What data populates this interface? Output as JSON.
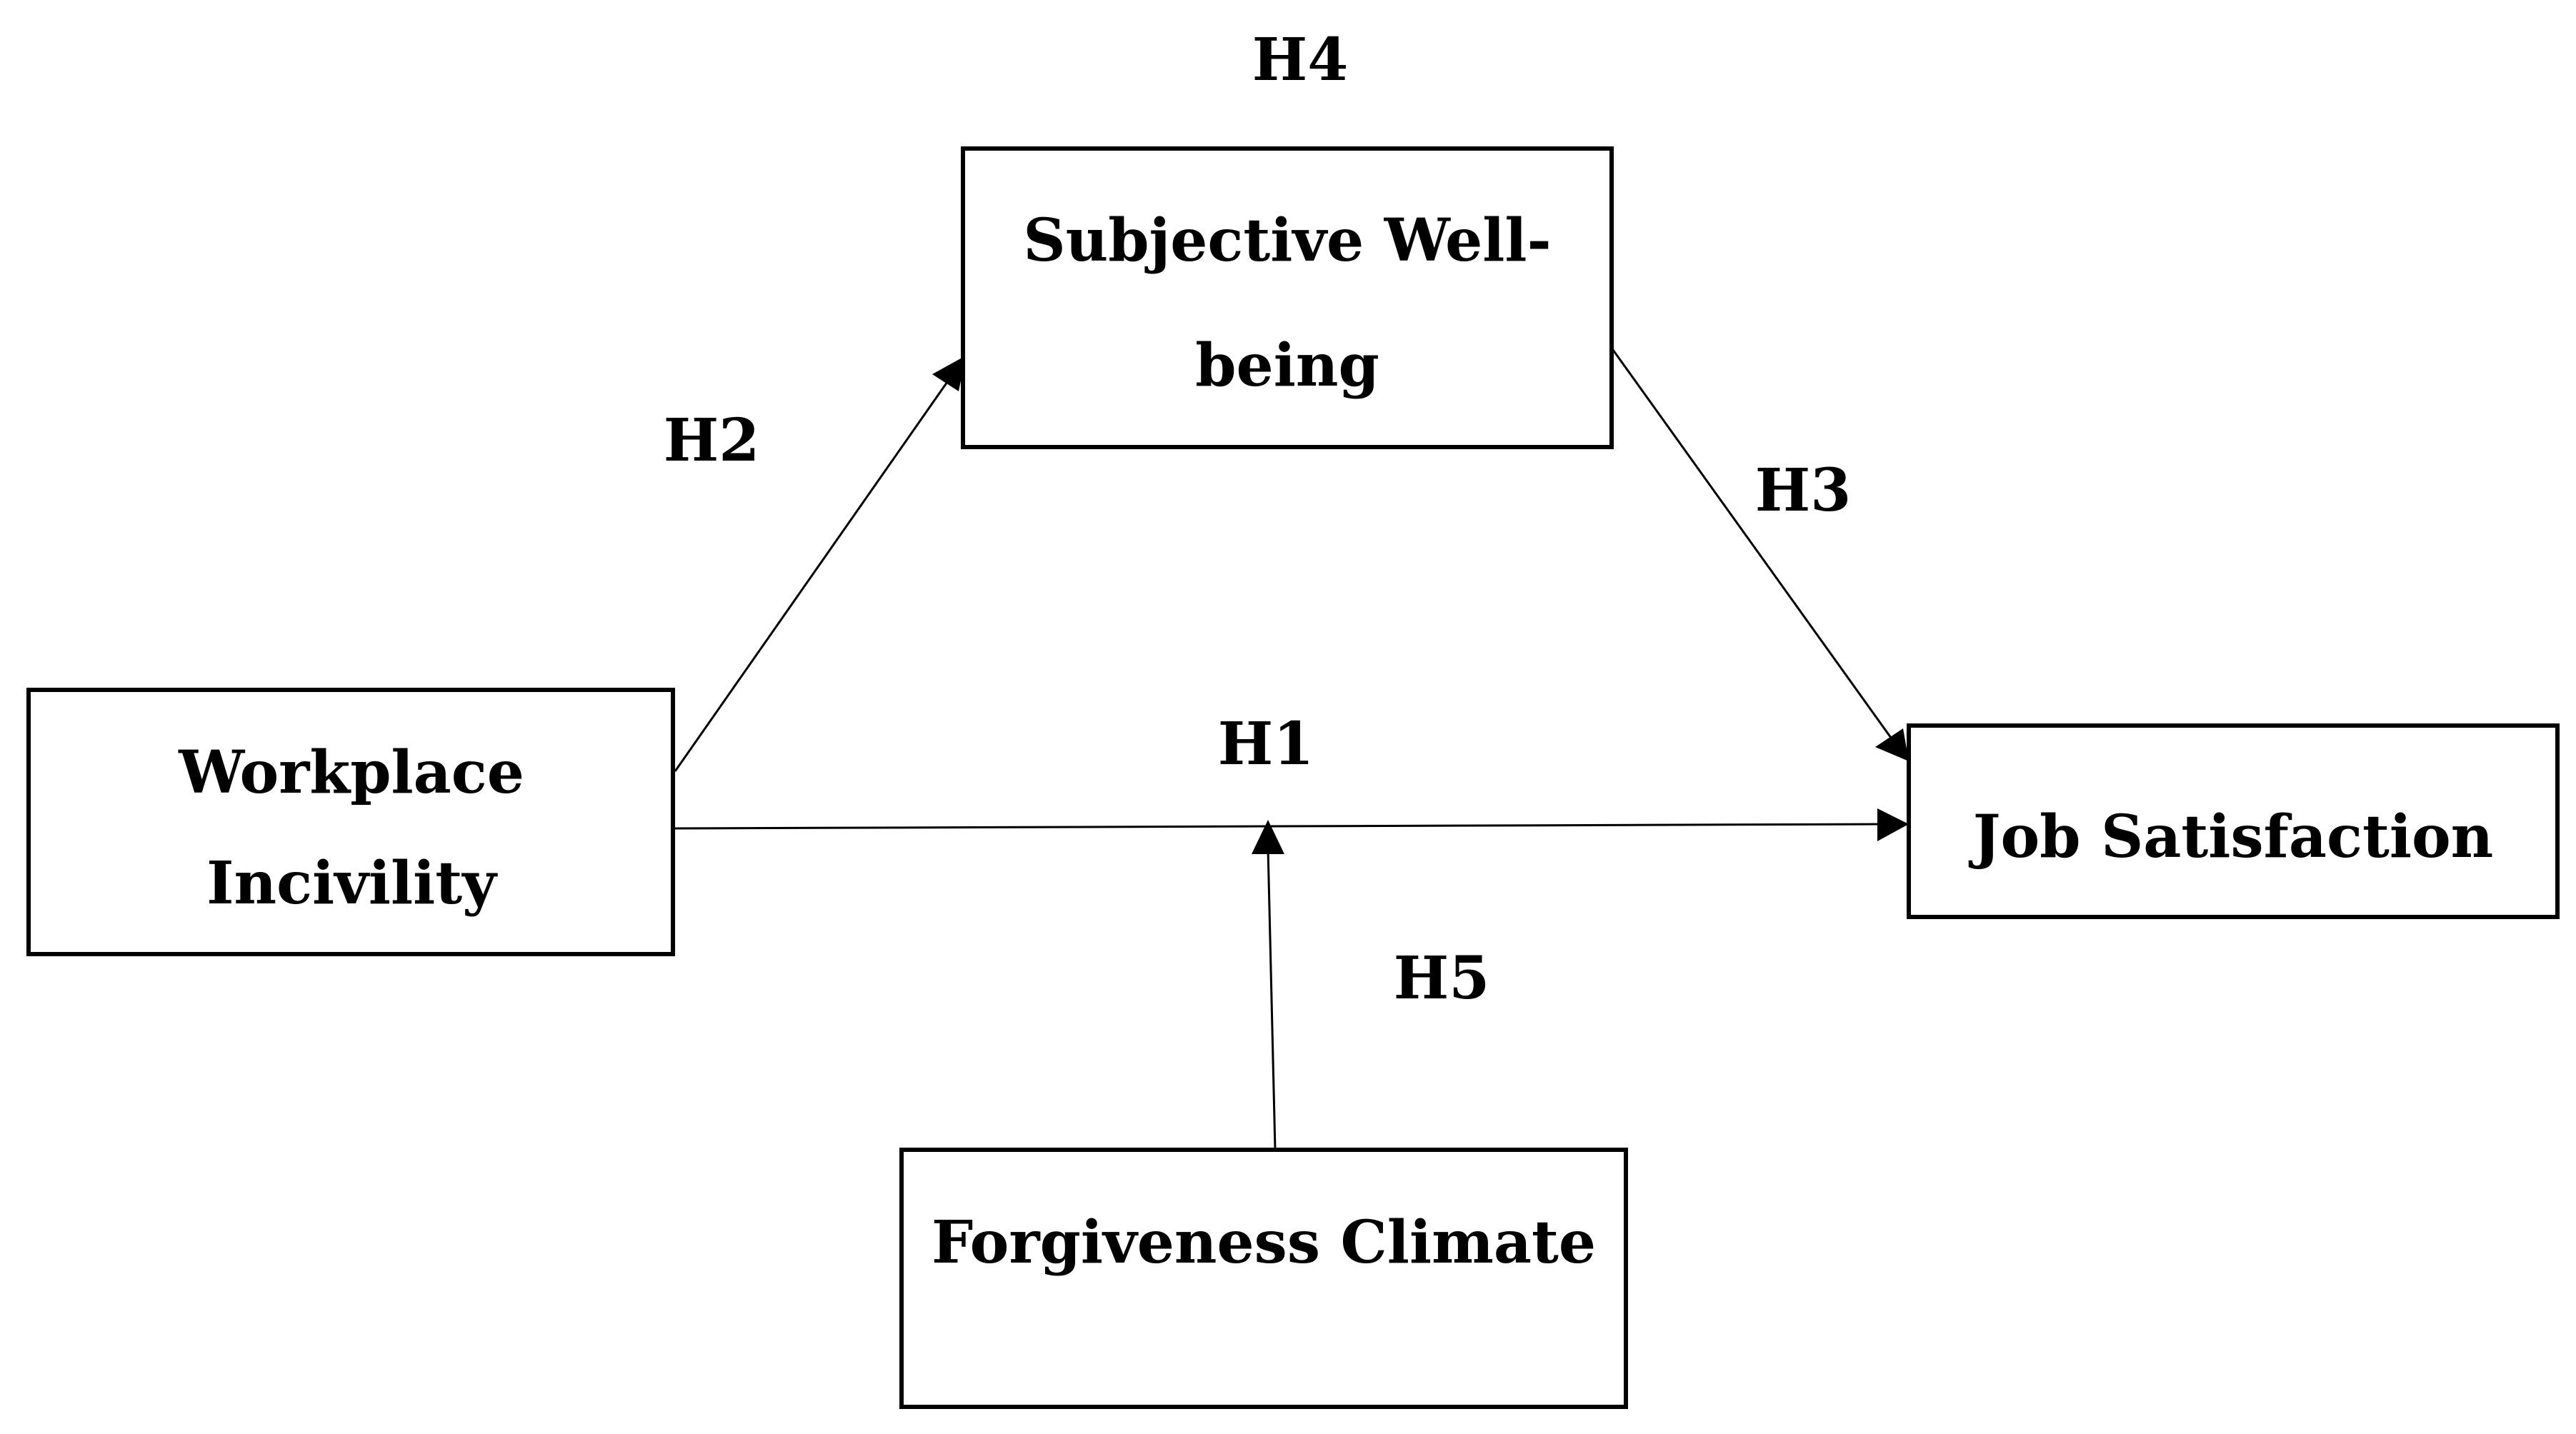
{
  "nodes": {
    "subjective_wellbeing": {
      "line1": "Subjective Well-",
      "line2": "being"
    },
    "workplace_incivility": {
      "line1": "Workplace",
      "line2": "Incivility"
    },
    "job_satisfaction": {
      "label": "Job Satisfaction"
    },
    "forgiveness_climate": {
      "label": "Forgiveness Climate"
    }
  },
  "hypotheses": {
    "h1": "H1",
    "h2": "H2",
    "h3": "H3",
    "h4": "H4",
    "h5": "H5"
  },
  "edges": [
    {
      "from": "Workplace Incivility",
      "to": "Job Satisfaction",
      "label": "H1"
    },
    {
      "from": "Workplace Incivility",
      "to": "Subjective Well-being",
      "label": "H2"
    },
    {
      "from": "Subjective Well-being",
      "to": "Job Satisfaction",
      "label": "H3"
    },
    {
      "from": "Forgiveness Climate",
      "to": "H1 path",
      "label": "H5"
    }
  ],
  "colors": {
    "line": "#000000",
    "background": "#ffffff"
  }
}
